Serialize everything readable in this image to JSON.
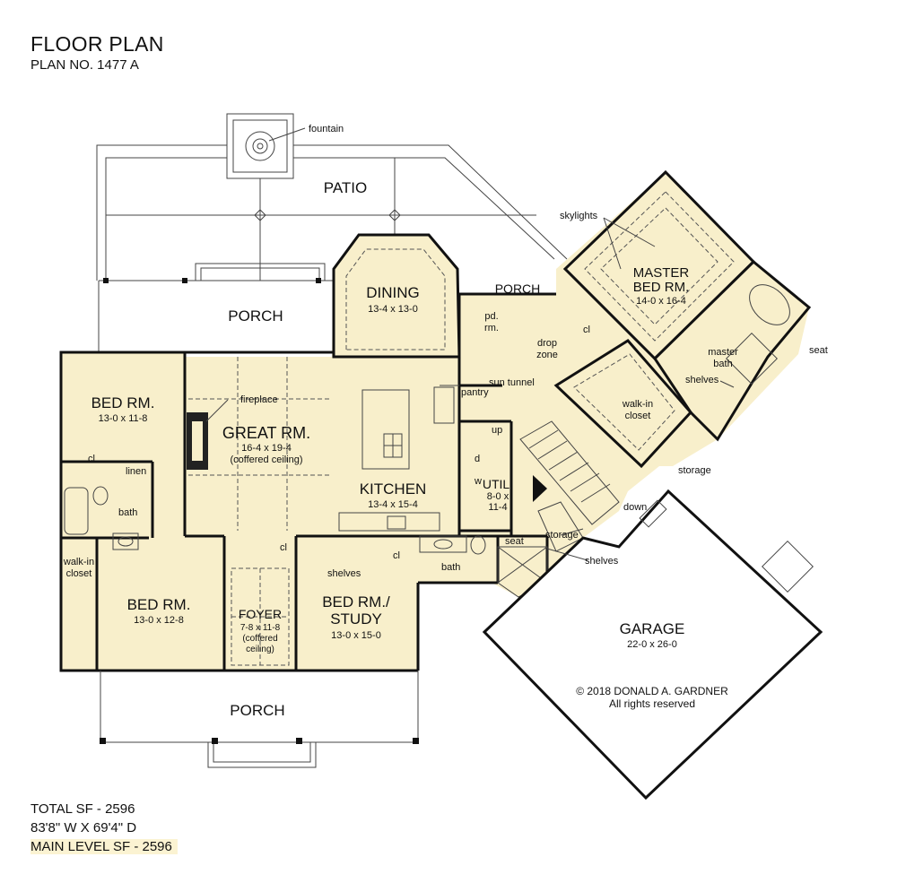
{
  "header": {
    "title": "FLOOR PLAN",
    "plan_no": "PLAN NO. 1477 A"
  },
  "stats": {
    "total_sf": "TOTAL SF - 2596",
    "dimensions": "83'8\" W X 69'4\" D",
    "main_level_sf": "MAIN LEVEL SF - 2596"
  },
  "rooms": {
    "patio": {
      "name": "PATIO"
    },
    "porch_top": {
      "name": "PORCH"
    },
    "porch_right": {
      "name": "PORCH"
    },
    "porch_bottom": {
      "name": "PORCH"
    },
    "dining": {
      "name": "DINING",
      "dim": "13-4  x  13-0"
    },
    "pd_rm": {
      "line1": "pd.",
      "line2": "rm."
    },
    "master_bed": {
      "line1": "MASTER",
      "line2": "BED RM.",
      "dim": "14-0  x  16-4"
    },
    "bed_rm_1": {
      "name": "BED RM.",
      "dim": "13-0  x  11-8"
    },
    "great_rm": {
      "name": "GREAT RM.",
      "dim": "16-4  x  19-4",
      "note": "(coffered ceiling)"
    },
    "kitchen": {
      "name": "KITCHEN",
      "dim": "13-4  x  15-4"
    },
    "util": {
      "name": "UTIL.",
      "dim1": "8-0  x",
      "dim2": "11-4"
    },
    "bed_rm_2": {
      "name": "BED RM.",
      "dim": "13-0  x  12-8"
    },
    "foyer": {
      "name": "FOYER",
      "dim": "7-8  x  11-8",
      "note1": "(coffered",
      "note2": "ceiling)"
    },
    "study": {
      "line1": "BED RM./",
      "line2": "STUDY",
      "dim": "13-0  x  15-0"
    },
    "garage": {
      "name": "GARAGE",
      "dim": "22-0  x  26-0"
    }
  },
  "labels": {
    "fountain": "fountain",
    "skylights": "skylights",
    "drop_zone_1": "drop",
    "drop_zone_2": "zone",
    "cl_master": "cl",
    "master_bath_1": "master",
    "master_bath_2": "bath",
    "seat_master": "seat",
    "shelves_master": "shelves",
    "walk_in_closet_1": "walk-in",
    "walk_in_closet_2": "closet",
    "sun_tunnel": "sun  tunnel",
    "pantry": "pantry",
    "fireplace": "fireplace",
    "up": "up",
    "down": "down",
    "storage_1": "storage",
    "storage_2": "storage",
    "shelves_garage": "shelves",
    "cl_bed1": "cl",
    "linen": "linen",
    "bath_left": "bath",
    "walk_in_left_1": "walk-in",
    "walk_in_left_2": "closet",
    "cl_great": "cl",
    "shelves_study": "shelves",
    "cl_study": "cl",
    "bath_study": "bath",
    "seat_study": "seat",
    "util_d": "d",
    "util_w": "w"
  },
  "copyright": {
    "line1": "©  2018  DONALD  A.  GARDNER",
    "line2": "All  rights  reserved"
  },
  "colors": {
    "room_fill": "#f8efcb",
    "wall": "#111111",
    "highlight": "#fbf3d2"
  }
}
